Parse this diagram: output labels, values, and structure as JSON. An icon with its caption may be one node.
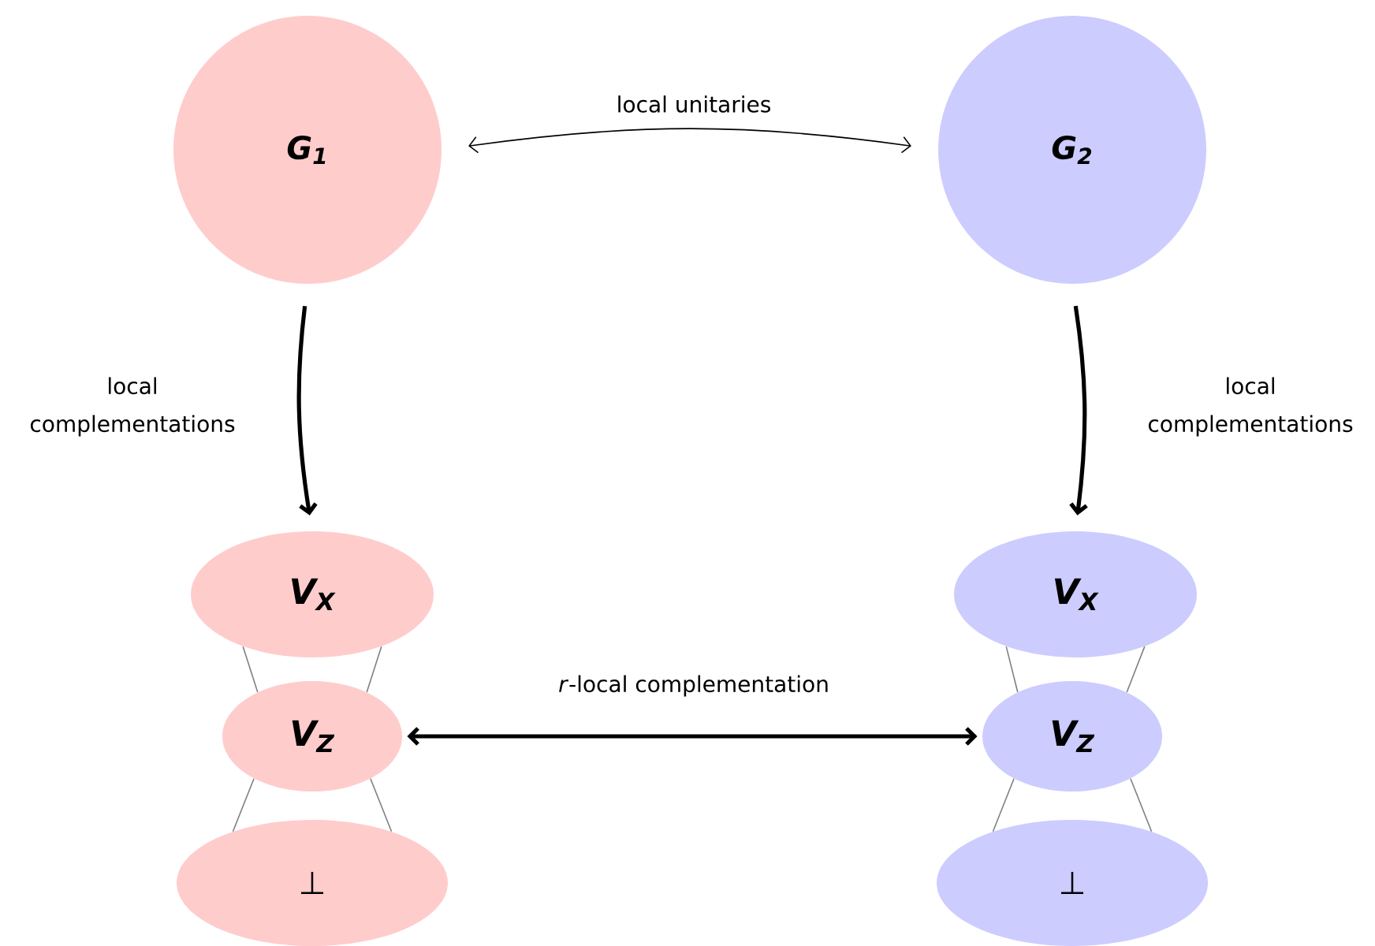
{
  "diagram": {
    "nodes": [
      {
        "text": [
          "G$_{1}$"
        ]
      },
      {
        "text": [
          "G$_{2}$"
        ]
      },
      {
        "text": [
          "V$_{X}$"
        ]
      },
      {
        "text": [
          "V$_{Z}$"
        ]
      },
      {
        "text": [
          "⊥"
        ]
      },
      {
        "text": [
          "V$_{X}$"
        ]
      },
      {
        "text": [
          "V$_{Z}$"
        ]
      },
      {
        "text": [
          "⊥"
        ]
      }
    ],
    "edges": [
      {
        "from": 0,
        "to": 1,
        "arrow": "both",
        "label": "local unitaries",
        "color": "#000000"
      },
      {
        "from": 0,
        "to": 2,
        "arrow": "to",
        "label": "local complementations",
        "style": "thick",
        "color": "#000000"
      },
      {
        "from": 1,
        "to": 5,
        "arrow": "to",
        "label": "local complementations",
        "style": "thick",
        "color": "#000000"
      },
      {
        "from": 3,
        "to": 6,
        "arrow": "both",
        "label": "*r*-local complementation",
        "style": "thick",
        "color": "#000000"
      },
      {
        "from": 2,
        "to": 3,
        "arrow": "none"
      },
      {
        "from": 2,
        "to": 3,
        "arrow": "none"
      },
      {
        "from": 3,
        "to": 4,
        "arrow": "none"
      },
      {
        "from": 3,
        "to": 4,
        "arrow": "none"
      },
      {
        "from": 5,
        "to": 6,
        "arrow": "none"
      },
      {
        "from": 5,
        "to": 6,
        "arrow": "none"
      },
      {
        "from": 6,
        "to": 7,
        "arrow": "none"
      },
      {
        "from": 6,
        "to": 7,
        "arrow": "none"
      }
    ]
  }
}
